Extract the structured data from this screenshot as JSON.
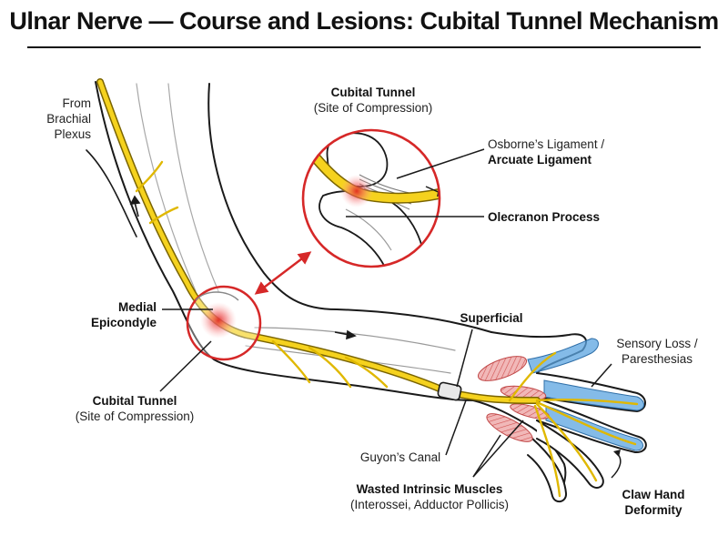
{
  "title": "Ulnar Nerve — Course and Lesions: Cubital Tunnel Mechanism",
  "colors": {
    "nerve": "#f5d21e",
    "nerve_outline": "#8a7400",
    "lesion": "#e03030",
    "sensory": "#5ba4e0",
    "muscle": "#e07a7a",
    "outline": "#1a1a1a"
  },
  "labels": {
    "from_brachial_1": "From",
    "from_brachial_2": "Brachial",
    "from_brachial_3": "Plexus",
    "inset_title": "Cubital Tunnel",
    "inset_subtitle": "(Site of Compression)",
    "osborne_1": "Osborne’s Ligament /",
    "osborne_2": "Arcuate Ligament",
    "olecranon": "Olecranon Process",
    "medial_1": "Medial",
    "medial_2": "Epicondyle",
    "cubital_title": "Cubital Tunnel",
    "cubital_subtitle": "(Site of Compression)",
    "superficial": "Superficial",
    "sensory_1": "Sensory Loss /",
    "sensory_2": "Paresthesias",
    "guyon": "Guyon’s Canal",
    "wasted_1": "Wasted Intrinsic Muscles",
    "wasted_2": "(Interossei, Adductor Pollicis)",
    "claw_1": "Claw Hand",
    "claw_2": "Deformity"
  }
}
